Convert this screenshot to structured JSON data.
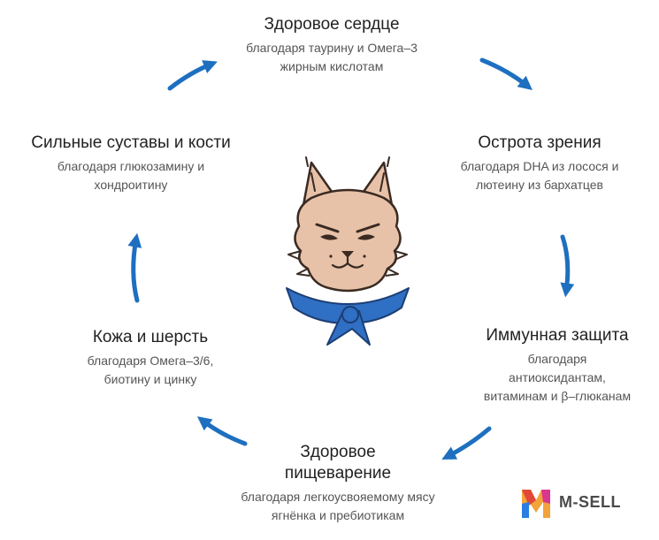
{
  "nodes": {
    "heart": {
      "title": "Здоровое сердце",
      "lines": [
        "благодаря таурину и Омега–3",
        "жирным кислотам"
      ]
    },
    "vision": {
      "title": "Острота зрения",
      "lines": [
        "благодаря DHA из лосося и",
        "лютеину из бархатцев"
      ]
    },
    "immune": {
      "title": "Иммунная защита",
      "lines": [
        "благодаря",
        "антиоксидантам,",
        "витаминам и β–глюканам"
      ]
    },
    "digest": {
      "title_lines": [
        "Здоровое",
        "пищеварение"
      ],
      "lines": [
        "благодаря легкоусвояемому мясу",
        "ягнёнка и пребиотикам"
      ]
    },
    "skin": {
      "title": "Кожа и шерсть",
      "lines": [
        "благодаря Омега–3/6,",
        "биотину и цинку"
      ]
    },
    "joints": {
      "title": "Сильные суставы и кости",
      "lines": [
        "благодаря глюкозамину и",
        "хондроитину"
      ]
    }
  },
  "brand": {
    "name": "M-SELL"
  },
  "colors": {
    "arrow": "#1e6fc0",
    "scarf": "#2f6fc4",
    "cat_fur": "#e7c2a8",
    "outline": "#3a2a22"
  },
  "icons": [
    "arrow-icon",
    "cat-illustration",
    "m-sell-logo-icon"
  ]
}
